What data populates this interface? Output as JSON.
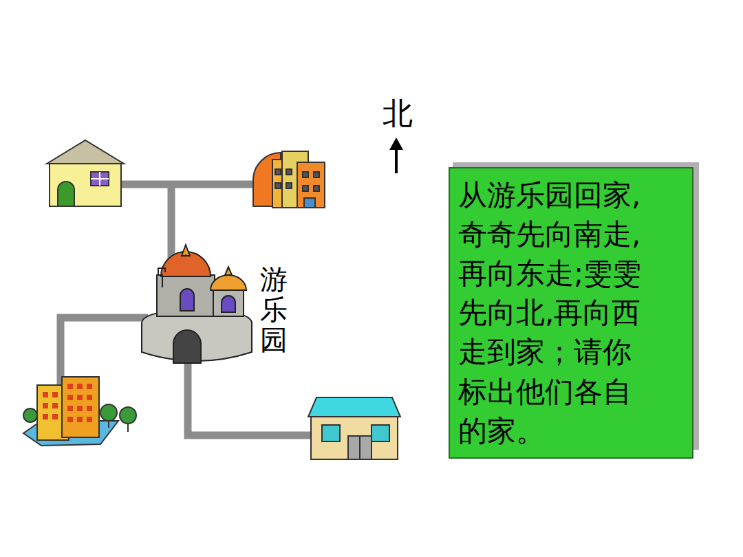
{
  "diagram": {
    "nodes": [
      {
        "text": [
          "从游乐园回家, 奇奇先向南走, 再向东走;雯雯 先向北,再向西 走到家；请你 标出他们各自 的家。"
        ]
      }
    ],
    "labels": [
      "北",
      "游乐园"
    ]
  }
}
